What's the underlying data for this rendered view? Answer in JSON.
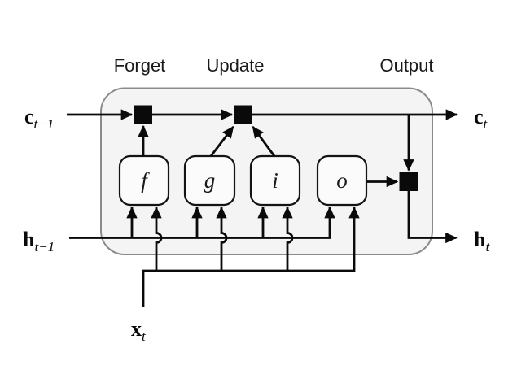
{
  "diagram": {
    "type": "lstm-cell",
    "stage_labels": {
      "forget": "Forget",
      "update": "Update",
      "output": "Output"
    },
    "gates": {
      "forget": "f",
      "candidate": "g",
      "input": "i",
      "output": "o"
    },
    "signals": {
      "c_prev": {
        "base": "c",
        "sub": "t−1"
      },
      "h_prev": {
        "base": "h",
        "sub": "t−1"
      },
      "c_next": {
        "base": "c",
        "sub": "t"
      },
      "h_next": {
        "base": "h",
        "sub": "t"
      },
      "x_in": {
        "base": "x",
        "sub": "t"
      }
    },
    "colors": {
      "stroke": "#0a0a0a",
      "cell_fill": "#f4f4f4",
      "cell_border": "#8b8b8b",
      "gate_fill": "#fbfbfb",
      "node_fill": "#0a0a0a",
      "background": "#ffffff"
    }
  }
}
